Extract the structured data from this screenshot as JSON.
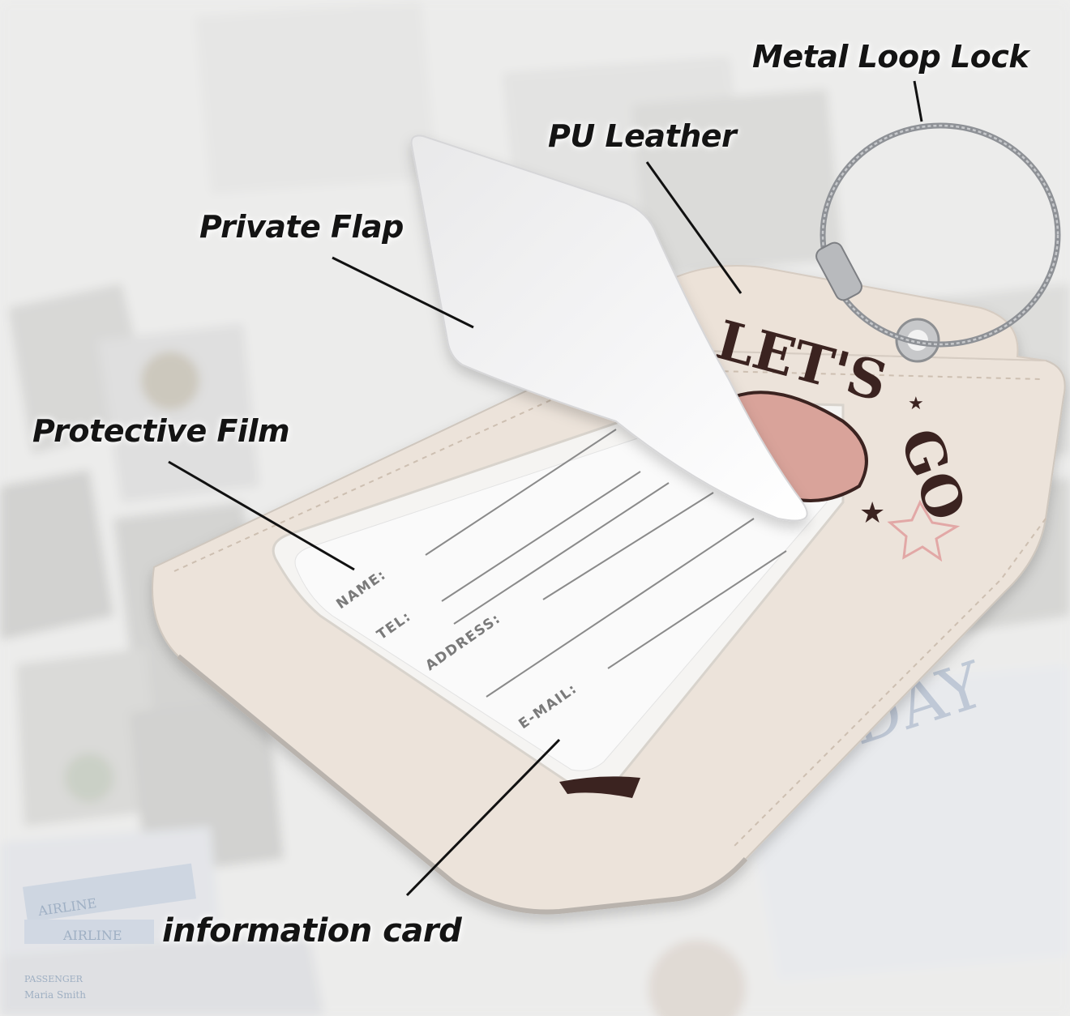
{
  "callouts": {
    "metal_loop_lock": "Metal Loop Lock",
    "pu_leather": "PU Leather",
    "private_flap": "Private Flap",
    "protective_film": "Protective Film",
    "information_card": "information card"
  },
  "info_card": {
    "fields": [
      "NAME:",
      "TEL:",
      "ADDRESS:",
      "E-MAIL:"
    ]
  },
  "tag_print": {
    "text_lets": "LET'S",
    "text_go": "GO"
  },
  "background_prints": {
    "airline_1": "AIRLINE",
    "airline_2": "AIRLINE",
    "holiday": "OLIDAY",
    "ticket_line_1": "PASSENGER",
    "ticket_line_2": "Maria Smith"
  },
  "colors": {
    "background": "#eeeeed",
    "leather": "#ece3da",
    "card": "#fafafa",
    "flap": "#f4f4f5",
    "print_brown": "#3b2320",
    "print_pink": "#d9a39a",
    "callout_text": "#141414"
  }
}
